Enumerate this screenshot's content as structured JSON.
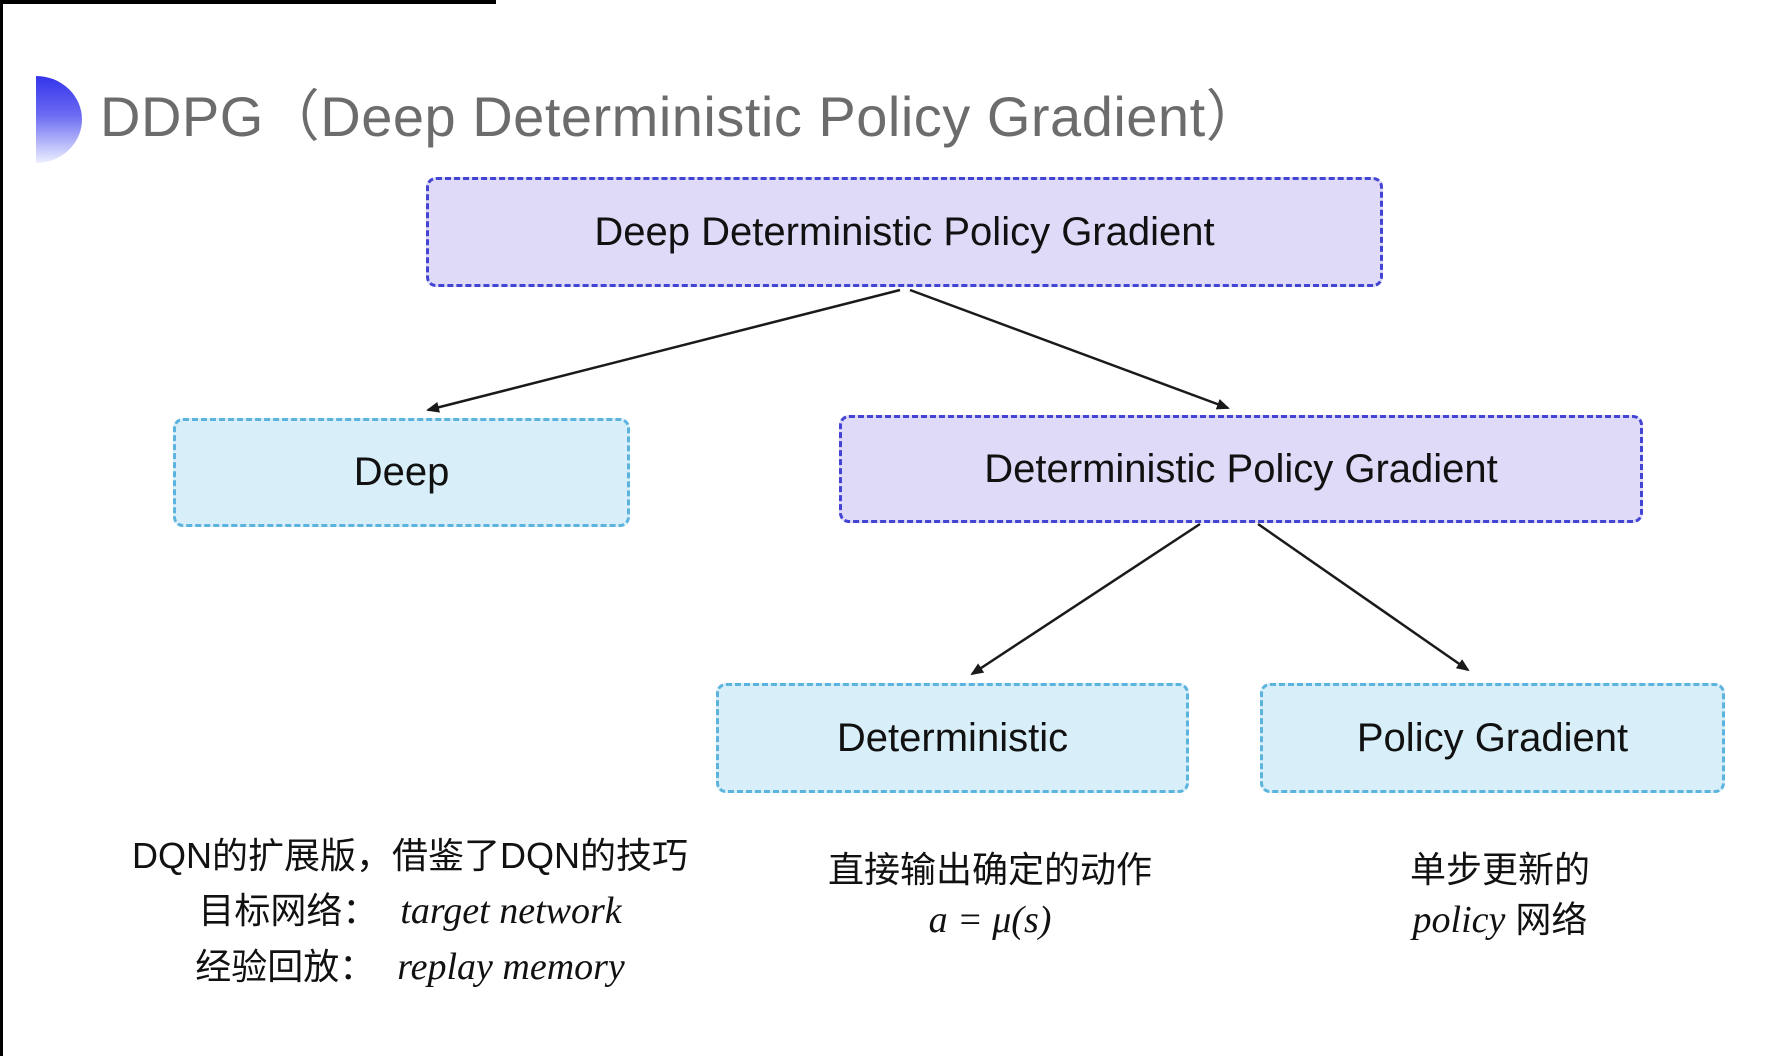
{
  "title": {
    "text": "DDPG（Deep Deterministic Policy Gradient）"
  },
  "tree": {
    "root": {
      "label": "Deep Deterministic Policy Gradient"
    },
    "level2": [
      {
        "label": "Deep"
      },
      {
        "label": "Deterministic Policy Gradient"
      }
    ],
    "level3": [
      {
        "label": "Deterministic"
      },
      {
        "label": "Policy Gradient"
      }
    ]
  },
  "notes": {
    "deep": {
      "line1": "DQN的扩展版，借鉴了DQN的技巧",
      "target_label": "目标网络：",
      "target_value": "target network",
      "replay_label": "经验回放：",
      "replay_value": "replay memory"
    },
    "deterministic": {
      "line1": "直接输出确定的动作",
      "formula": "a = μ(s)"
    },
    "policy_gradient": {
      "line1": "单步更新的",
      "line2_en": "policy",
      "line2_cn": "网络"
    }
  },
  "colors": {
    "title_gray": "#6c6c6c",
    "purple_fill": "#dedaf7",
    "purple_border": "#4343d4",
    "cyan_fill": "#d8effa",
    "cyan_border": "#5cb3dd",
    "bullet_blue_top": "#3434ec",
    "bullet_blue_bottom": "#d9dcfc",
    "arrow": "#1a1a1a",
    "text": "#111111",
    "background": "#ffffff"
  }
}
